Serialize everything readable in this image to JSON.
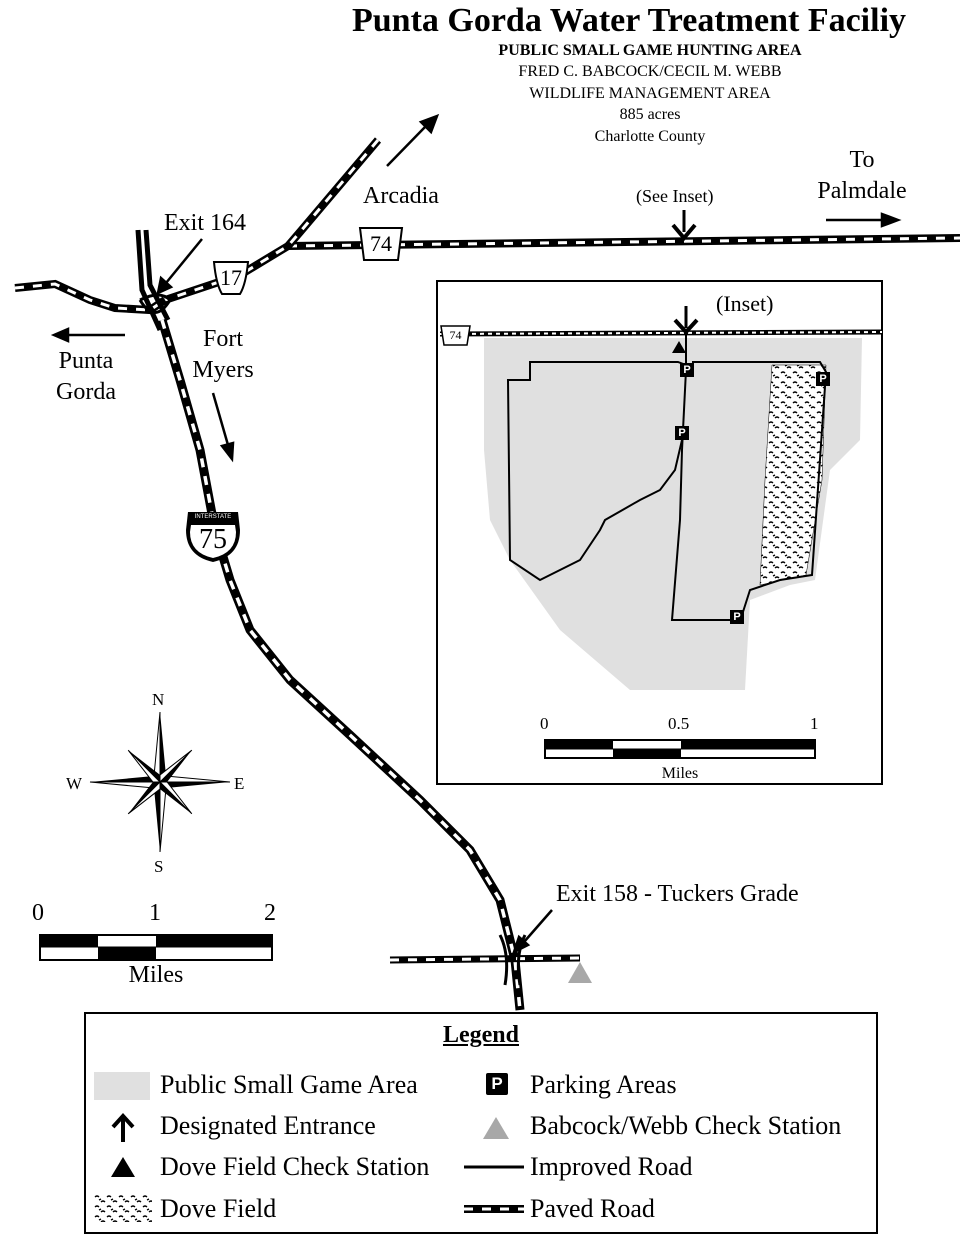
{
  "title": "Punta Gorda Water Treatment Faciliy",
  "subtitle_lines": [
    "PUBLIC SMALL GAME HUNTING AREA",
    "FRED C. BABCOCK/CECIL M. WEBB",
    "WILDLIFE MANAGEMENT AREA",
    "885 acres",
    "Charlotte County"
  ],
  "labels": {
    "arcadia": "Arcadia",
    "to_palmdale_1": "To",
    "to_palmdale_2": "Palmdale",
    "see_inset": "(See Inset)",
    "exit_164": "Exit 164",
    "punta_gorda_1": "Punta",
    "punta_gorda_2": "Gorda",
    "fort_myers_1": "Fort",
    "fort_myers_2": "Myers",
    "exit_158": "Exit 158 - Tuckers Grade"
  },
  "shields": {
    "sr74": "74",
    "us17": "17",
    "i75": "75",
    "i75_banner": "INTERSTATE",
    "inset_sr74": "74"
  },
  "compass": {
    "n": "N",
    "s": "S",
    "e": "E",
    "w": "W"
  },
  "main_scale": {
    "ticks": [
      "0",
      "1",
      "2"
    ],
    "unit": "Miles"
  },
  "inset": {
    "label": "(Inset)",
    "parking_symbol": "P",
    "scale_ticks": [
      "0",
      "0.5",
      "1"
    ],
    "scale_unit": "Miles"
  },
  "legend": {
    "title": "Legend",
    "items": [
      "Public Small Game Area",
      "Parking Areas",
      "Designated Entrance",
      "Babcock/Webb Check Station",
      "Dove Field Check Station",
      "Improved Road",
      "Dove Field",
      "Paved Road"
    ],
    "parking_symbol": "P"
  },
  "colors": {
    "game_area": "#e0e0e0",
    "check_station": "#a8a8a8",
    "ink": "#000000"
  }
}
